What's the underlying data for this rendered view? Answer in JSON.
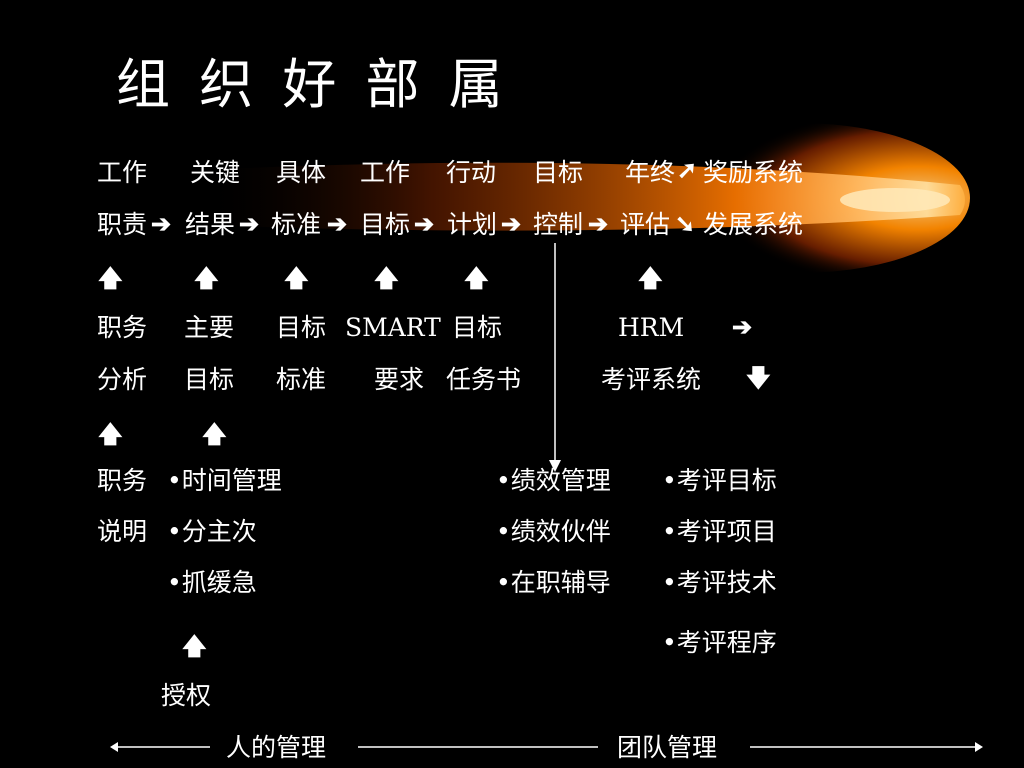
{
  "title": "组 织 好 部 属",
  "row1": [
    "工作",
    "关键",
    "具体",
    "工作",
    "行动",
    "目标",
    "年终",
    "奖励系统"
  ],
  "row2": [
    "职责",
    "结果",
    "标准",
    "目标",
    "计划",
    "控制",
    "评估",
    "发展系统"
  ],
  "row4": {
    "a": "职务",
    "b": "主要",
    "c": "目标",
    "d": "SMART",
    "e": "目标",
    "f": "HRM"
  },
  "row5": {
    "a": "分析",
    "b": "目标",
    "c": "标准",
    "d": "要求",
    "e": "任务书",
    "f": "考评系统"
  },
  "left_block": {
    "job": "职务",
    "desc": "说明",
    "items": [
      "•时间管理",
      "•分主次",
      "•抓缓急"
    ],
    "auth": "授权"
  },
  "mid_items": [
    "•绩效管理",
    "•绩效伙伴",
    "•在职辅导"
  ],
  "right_items": [
    "•考评目标",
    "•考评项目",
    "•考评技术",
    "•考评程序"
  ],
  "footer": {
    "left": "人的管理",
    "right": "团队管理"
  },
  "icons": {
    "right": "arrow-right-icon",
    "up": "arrow-up-icon",
    "down": "arrow-down-icon",
    "up_right": "arrow-up-right-icon",
    "down_right": "arrow-down-right-icon"
  },
  "colors": {
    "background": "#000000",
    "text": "#ffffff",
    "glow": "#ff8a00"
  }
}
